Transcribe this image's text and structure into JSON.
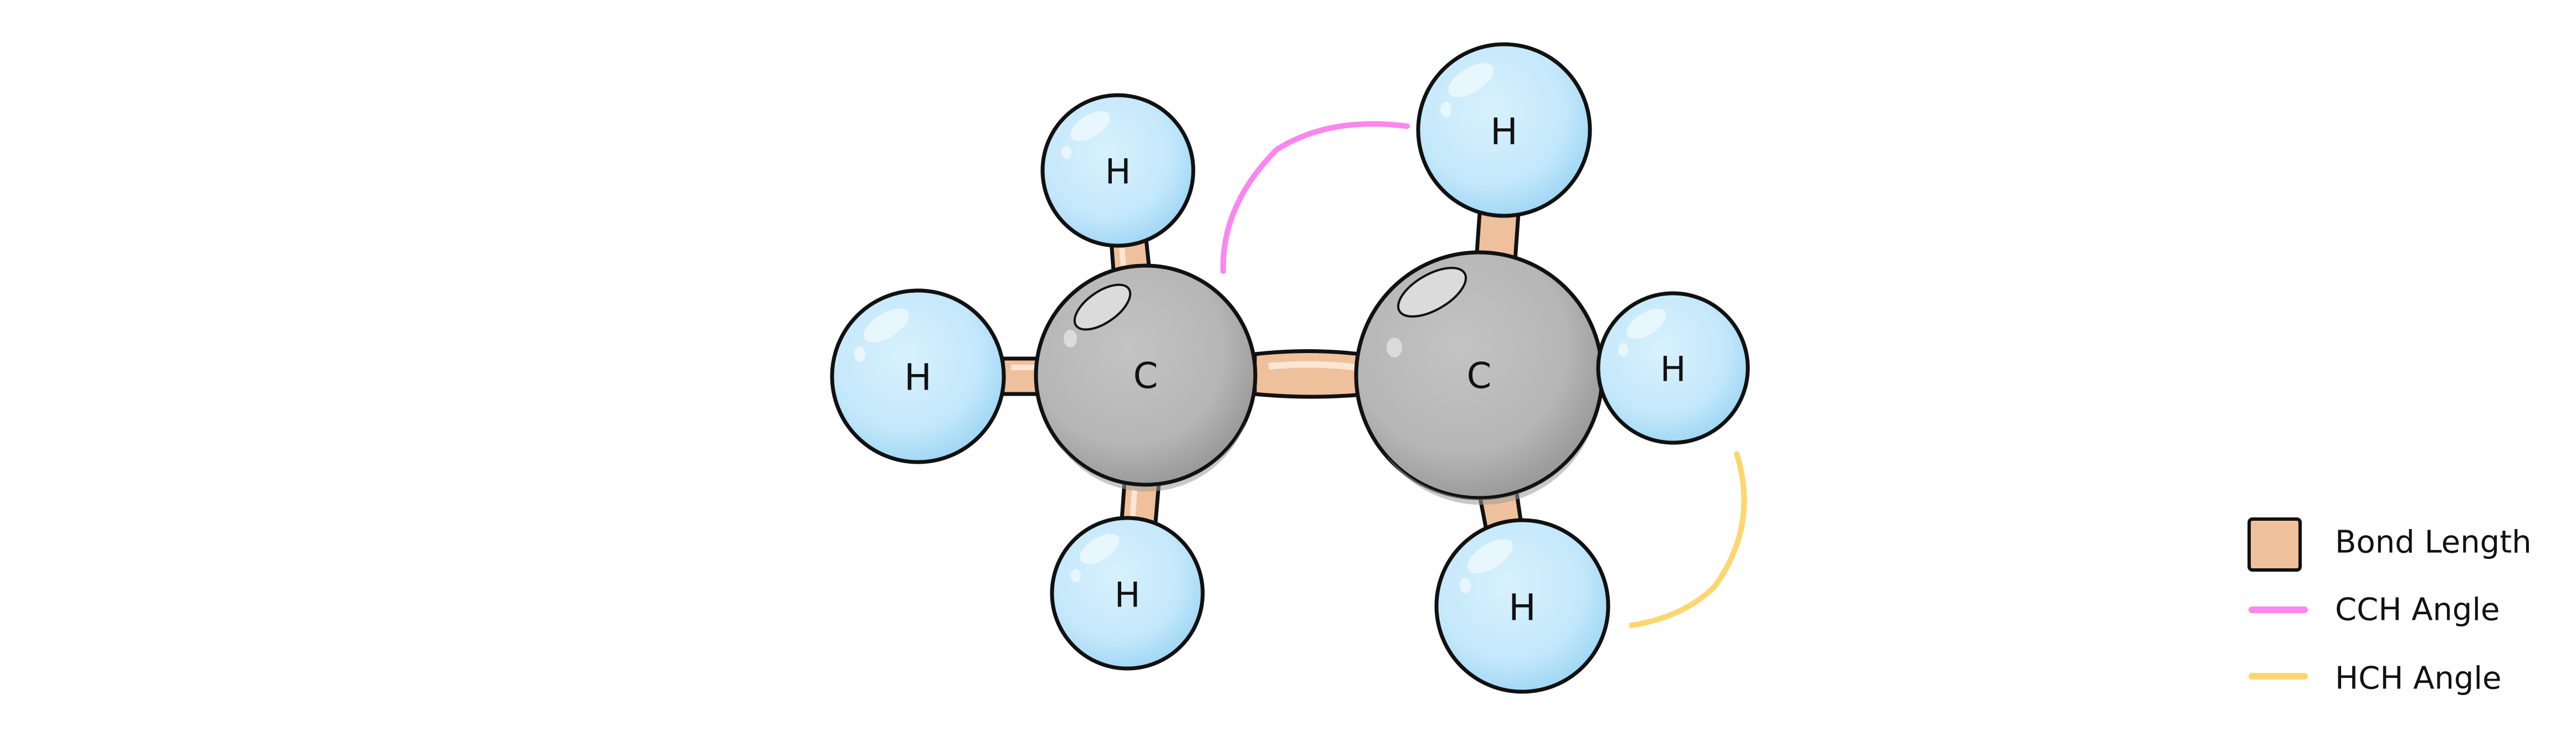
{
  "atoms": {
    "carbon_label": "C",
    "hydrogen_label": "H"
  },
  "legend": {
    "bond_length": "Bond Length",
    "cch_angle": "CCH Angle",
    "hch_angle": "HCH Angle"
  },
  "colors": {
    "hydrogen": "#c4e8fb",
    "hydrogen_shade": "#a3d8f5",
    "carbon": "#b7b6b6",
    "carbon_shade": "#9c9b9b",
    "bond": "#efc09c",
    "bond_shade": "#d99c74",
    "cch_angle": "#fb86ee",
    "hch_angle": "#fdd66f",
    "outline": "#111111"
  }
}
